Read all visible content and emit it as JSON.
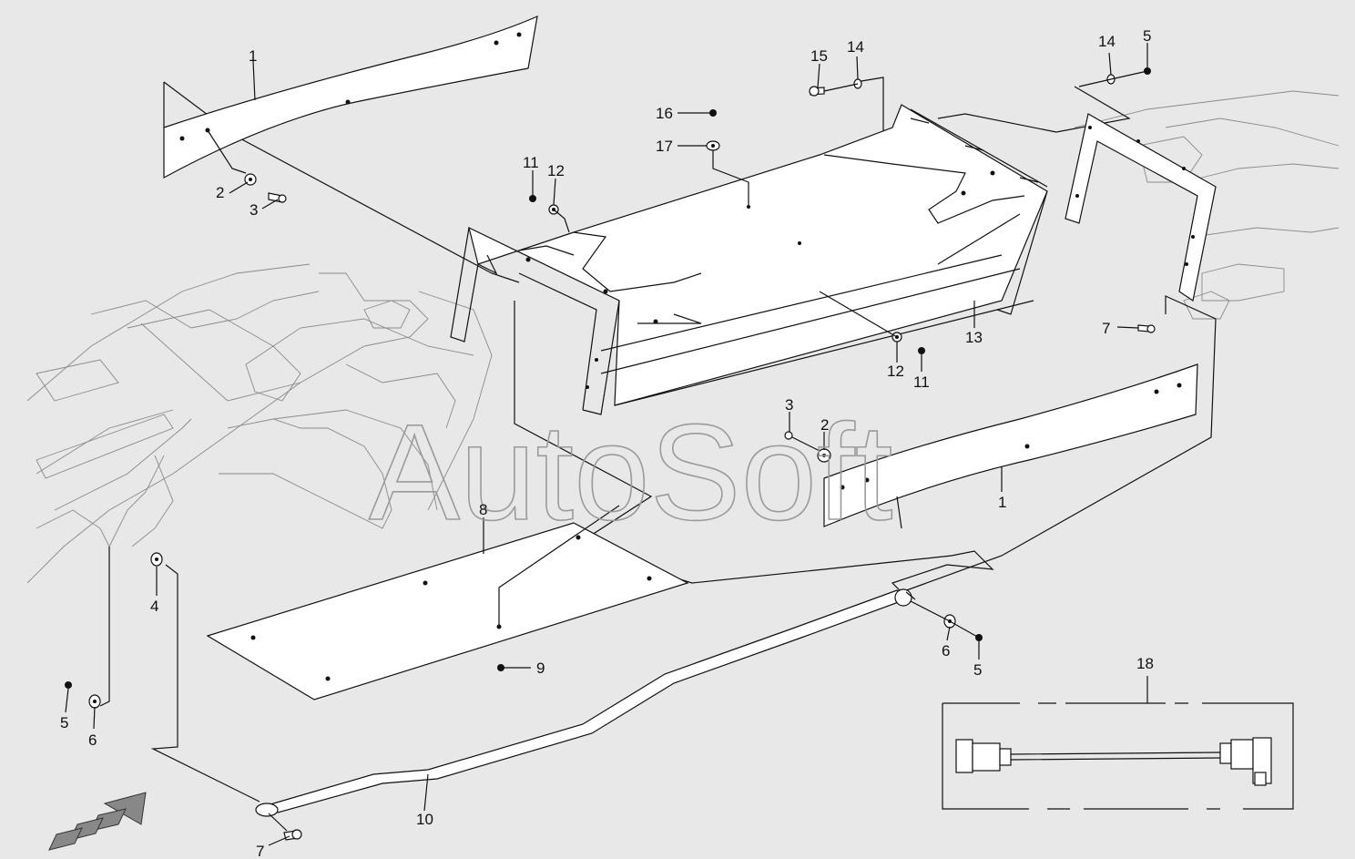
{
  "watermark": "AutoSoft",
  "callouts": [
    {
      "id": "c-1a",
      "text": "1"
    },
    {
      "id": "c-1b",
      "text": "1"
    },
    {
      "id": "c-2a",
      "text": "2"
    },
    {
      "id": "c-2b",
      "text": "2"
    },
    {
      "id": "c-3a",
      "text": "3"
    },
    {
      "id": "c-3b",
      "text": "3"
    },
    {
      "id": "c-4",
      "text": "4"
    },
    {
      "id": "c-5a",
      "text": "5"
    },
    {
      "id": "c-5b",
      "text": "5"
    },
    {
      "id": "c-5c",
      "text": "5"
    },
    {
      "id": "c-6a",
      "text": "6"
    },
    {
      "id": "c-6b",
      "text": "6"
    },
    {
      "id": "c-7a",
      "text": "7"
    },
    {
      "id": "c-7b",
      "text": "7"
    },
    {
      "id": "c-8",
      "text": "8"
    },
    {
      "id": "c-9",
      "text": "9"
    },
    {
      "id": "c-10",
      "text": "10"
    },
    {
      "id": "c-11a",
      "text": "11"
    },
    {
      "id": "c-11b",
      "text": "11"
    },
    {
      "id": "c-12a",
      "text": "12"
    },
    {
      "id": "c-12b",
      "text": "12"
    },
    {
      "id": "c-13",
      "text": "13"
    },
    {
      "id": "c-14a",
      "text": "14"
    },
    {
      "id": "c-14b",
      "text": "14"
    },
    {
      "id": "c-15",
      "text": "15"
    },
    {
      "id": "c-16",
      "text": "16"
    },
    {
      "id": "c-17",
      "text": "17"
    },
    {
      "id": "c-18",
      "text": "18"
    }
  ],
  "colors": {
    "background": "#e8e8e8",
    "line": "#111111",
    "ghost": "#8a8a8a",
    "part_fill": "#ffffff"
  },
  "icons": {
    "direction_arrow": "forward-arrow-icon"
  }
}
